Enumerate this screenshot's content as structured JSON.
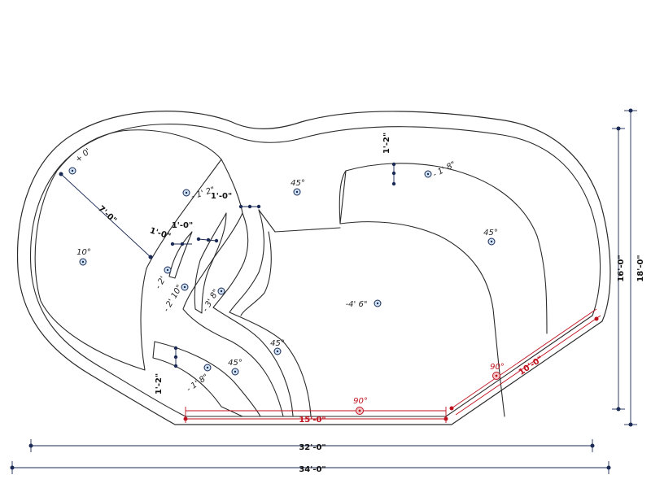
{
  "colors": {
    "outline": "#2b2b2b",
    "dimension": "#1a2a55",
    "highlight": "#c0121e",
    "marker_fill": "#cfe2f3"
  },
  "dimensions": {
    "overall_length": "34'-0\"",
    "inner_length": "32'-0\"",
    "overall_width": "18'-0\"",
    "inner_width": "16'-0\"",
    "bottom_straight": "15'-0\"",
    "diagonal": "10'-0\"",
    "bench_radius": "7'-0\"",
    "step_top_width": "1'-2\"",
    "step_mid_width": "1'-0\"",
    "swimout_width_a": "1'-0\"",
    "swimout_width_b": "1'-0\"",
    "lower_step_width": "1'-2\""
  },
  "depths": {
    "bench_top": "+ 0'",
    "step_1": "- 1' 2\"",
    "swimout": "- 2'",
    "step_2": "- 2' 10\"",
    "step_3": "- 3' 8\"",
    "deep": "-4' 6\"",
    "top_right_step": "- 1' 8\"",
    "lower_step": "- 1' 8\""
  },
  "slopes": {
    "bench": "10°",
    "top_mid": "45°",
    "right_wall": "45°",
    "lower_mid": "45°",
    "lower_left": "45°",
    "bottom_corner": "90°",
    "right_corner": "90°"
  },
  "icons": {
    "depth_marker": "crosshair-circle-icon",
    "dimension_end": "dot-icon"
  }
}
